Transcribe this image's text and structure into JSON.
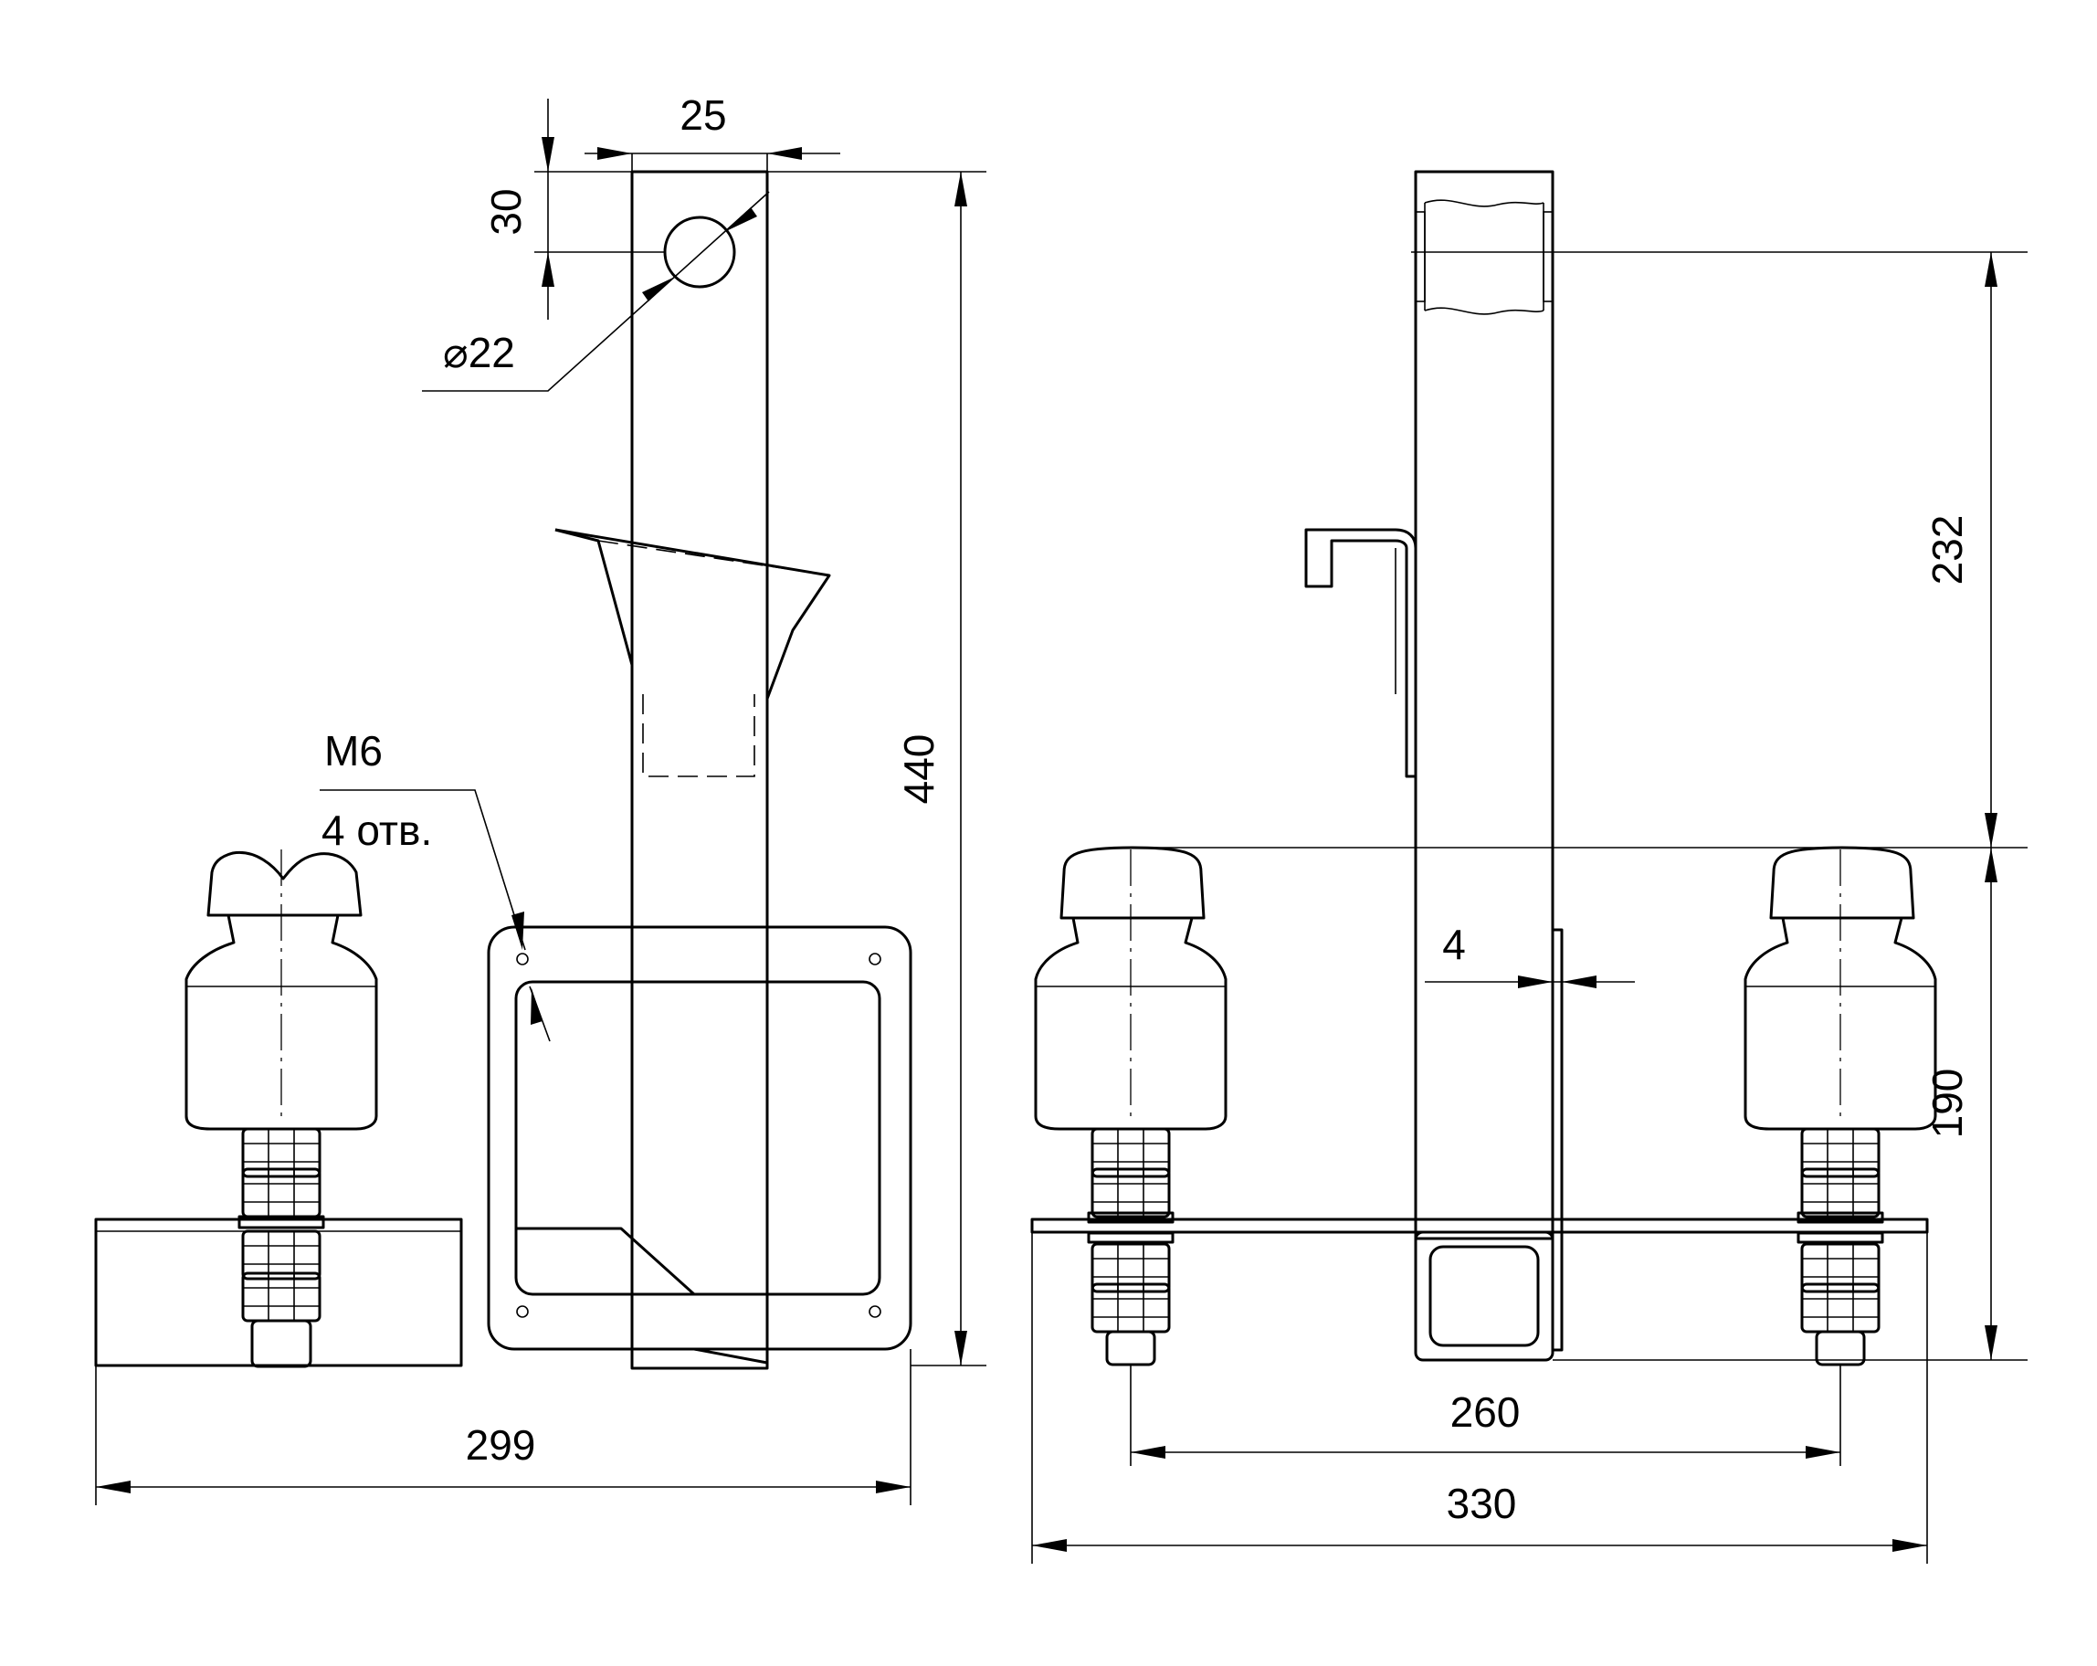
{
  "labels": {
    "width_25": "25",
    "height_30": "30",
    "hole_dia": "⌀22",
    "thread": "M6",
    "holes_count": "4 отв.",
    "height_440": "440",
    "width_299": "299",
    "plate_4": "4",
    "height_232": "232",
    "height_190": "190",
    "spacing_260": "260",
    "width_330": "330"
  },
  "colors": {
    "line": "#000000",
    "background": "#ffffff"
  }
}
